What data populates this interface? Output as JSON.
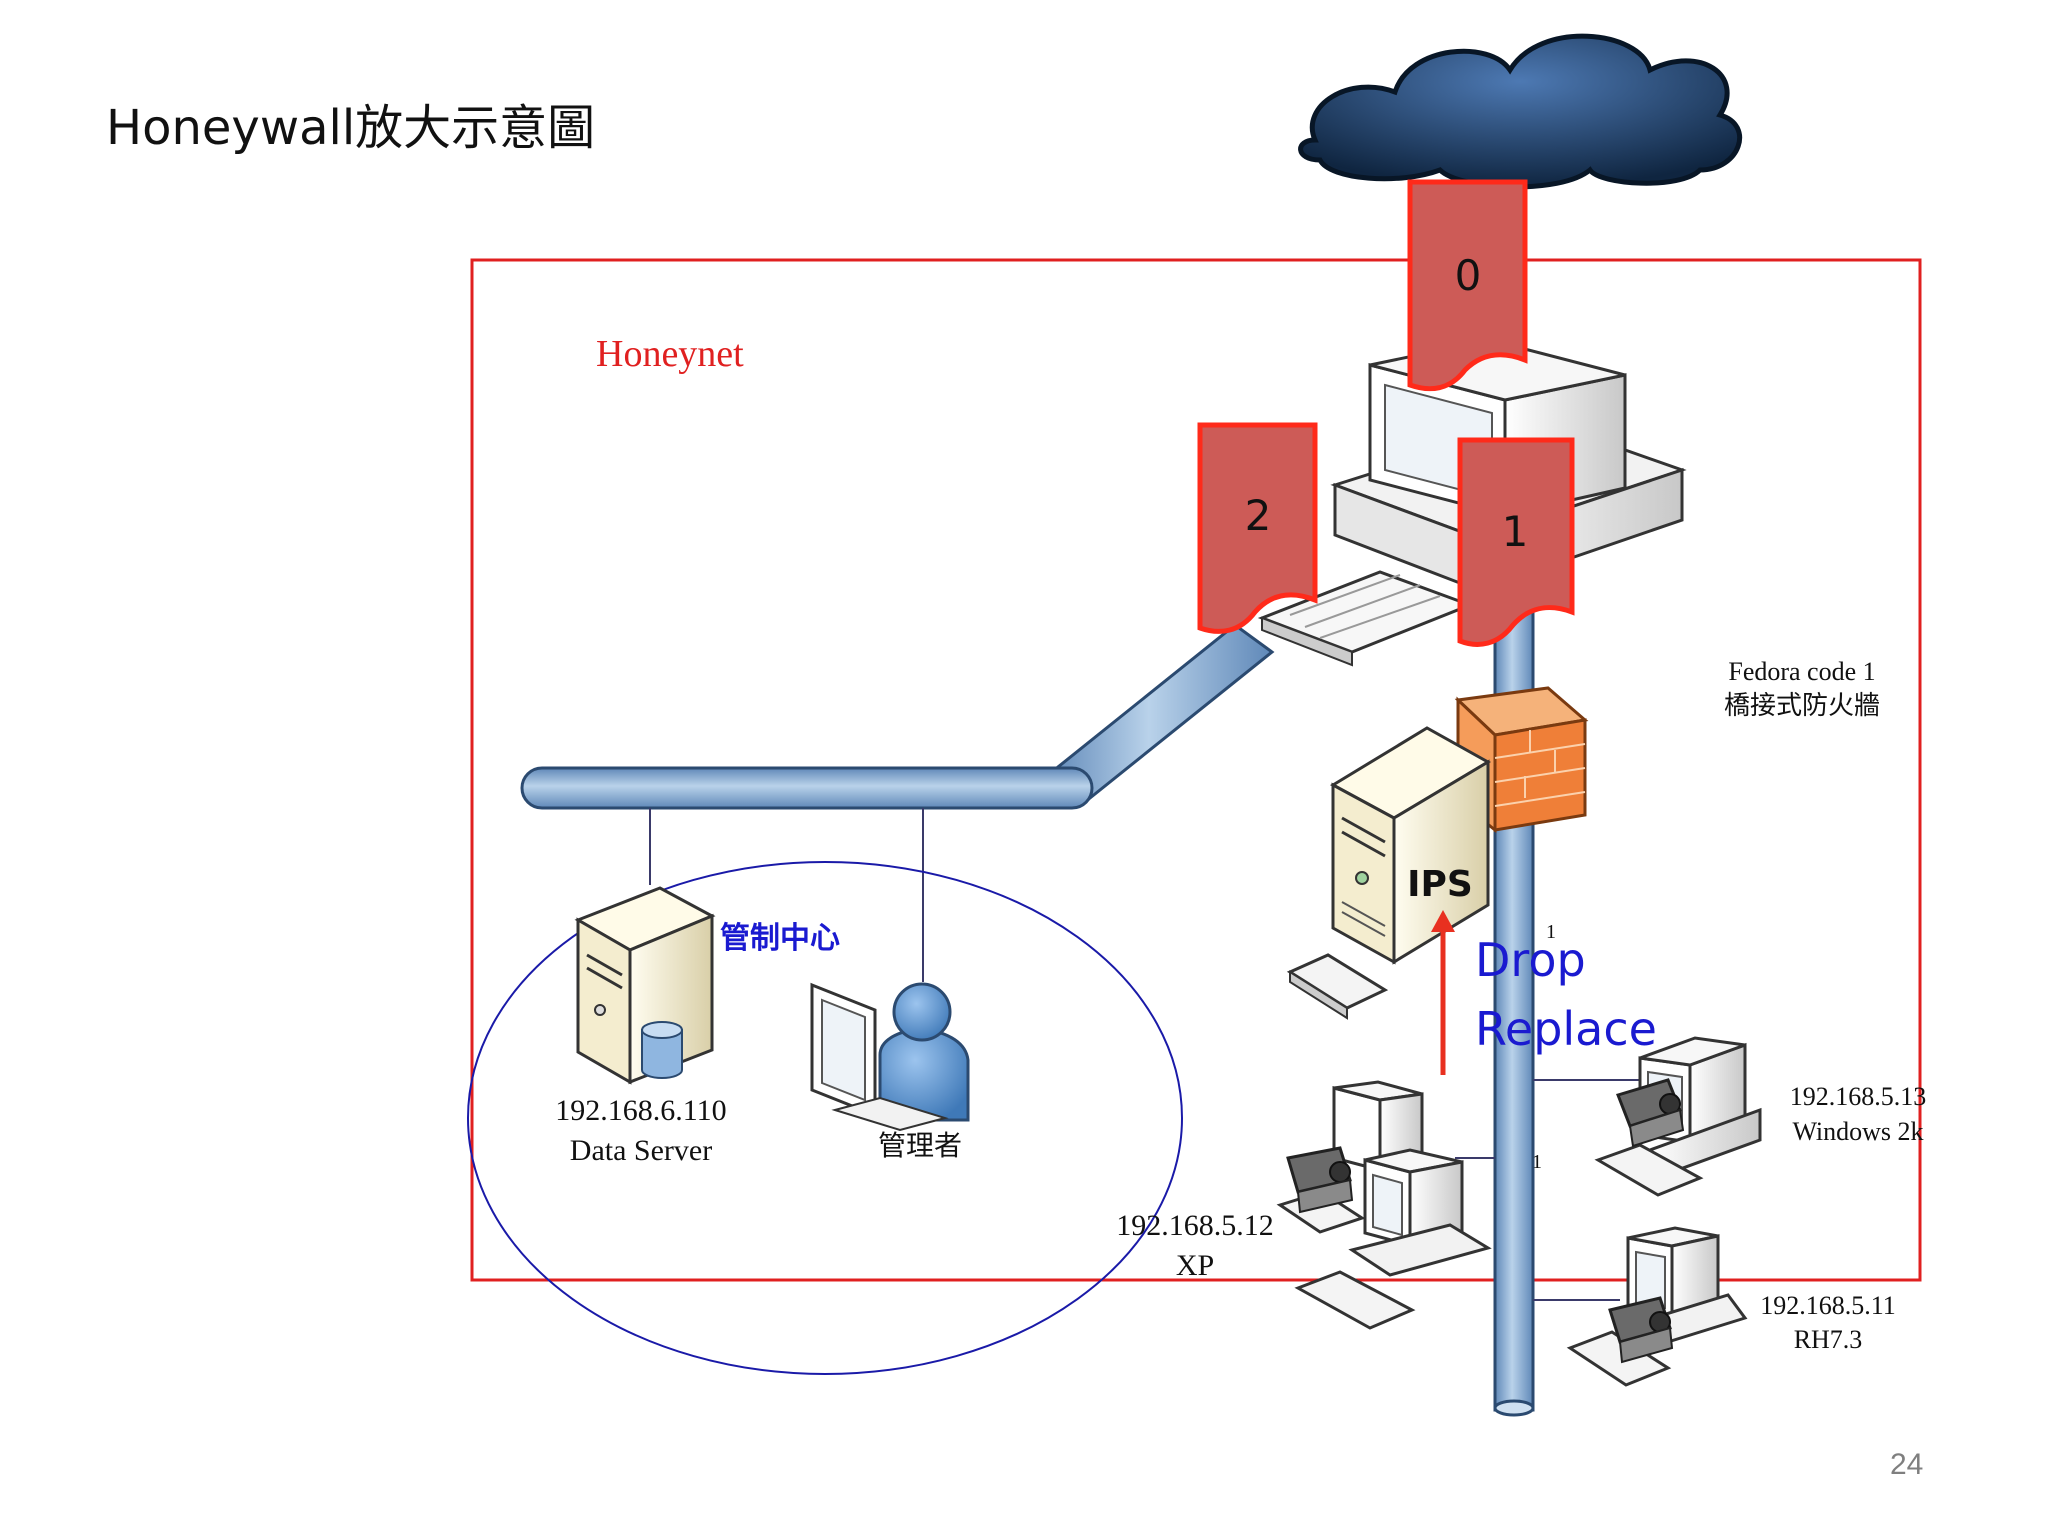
{
  "slide": {
    "title": "Honeywall放大示意圖",
    "page_number": "24"
  },
  "diagram": {
    "honeynet_label": "Honeynet",
    "control_center_label": "管制中心",
    "flags": [
      "0",
      "1",
      "2"
    ],
    "ips_label": "IPS",
    "firewall_caption": [
      "Fedora code 1",
      "橋接式防火牆"
    ],
    "action_labels": [
      "Drop",
      "Replace"
    ],
    "port_label": "1",
    "port_label_2": "1",
    "data_server": [
      "192.168.6.110",
      "Data Server"
    ],
    "admin_label": "管理者",
    "hosts": [
      {
        "ip": "192.168.5.13",
        "os": "Windows 2k"
      },
      {
        "ip": "192.168.5.12",
        "os": "XP"
      },
      {
        "ip": "192.168.5.11",
        "os": "RH7.3"
      }
    ]
  },
  "colors": {
    "honeynet_border": "#e02020",
    "flag_fill": "#cd5b57",
    "flag_border": "#ff2a1a",
    "control_ellipse": "#1a1aa8",
    "action_text": "#1a1ad0",
    "arrow": "#e83020",
    "pipe": "#8fb3d6"
  }
}
